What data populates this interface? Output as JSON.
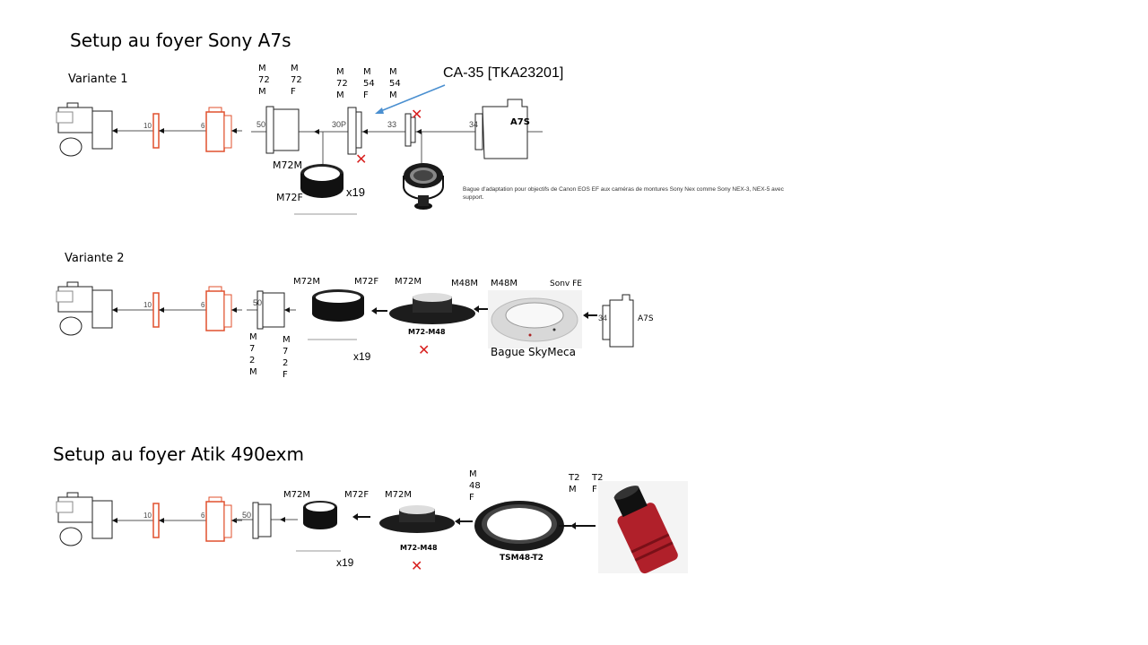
{
  "slide": {
    "title_sony": "Setup au foyer Sony A7s",
    "title_atik": "Setup au foyer Atik 490exm"
  },
  "variante1": {
    "label": "Variante 1",
    "stack_labels": [
      "M\n72\nM",
      "M\n72\nF",
      "M\n72\nM",
      "M\n54\nF",
      "M\n54\nM"
    ],
    "callout": "CA-35 [TKA23201]",
    "camera": "A7S",
    "distances": [
      "10",
      "6",
      "50",
      "30P",
      "33",
      "34"
    ],
    "ring_top": "M72M",
    "ring_bottom": "M72F",
    "ring_count": "x19",
    "adapter_caption": "Bague d'adaptation pour objectifs de Canon EOS EF aux caméras de montures Sony Nex comme Sony NEX-3, NEX-5 avec support.",
    "x_mark": "✕"
  },
  "variante2": {
    "label": "Variante 2",
    "distances": [
      "10",
      "6",
      "50",
      "34"
    ],
    "vertical_labels": [
      "M\n7\n2\nM",
      "M\n7\n2\nF"
    ],
    "ring_left": "M72M",
    "ring_right": "M72F",
    "ring_count": "x19",
    "reducer_left": "M72M",
    "reducer_right": "M48M",
    "reducer_name": "M72-M48",
    "skymeca_left": "M48M",
    "skymeca_right": "Sonv FE",
    "skymeca_name": "Bague SkyMeca",
    "camera": "A7S",
    "x_mark": "✕"
  },
  "atik": {
    "distances": [
      "10",
      "6",
      "50"
    ],
    "ring_left": "M72M",
    "ring_right": "M72F",
    "ring_count": "x19",
    "reducer_left": "M72M",
    "reducer_name": "M72-M48",
    "tsm_left": "M\n48\nF",
    "tsm_name": "TSM48-T2",
    "t2_m": "T2\nM",
    "t2_f": "T2\nF",
    "x_mark": "✕"
  },
  "colors": {
    "accent_red": "#e0502e",
    "x_red": "#d8201f",
    "callout_blue": "#4a8fd0",
    "camera_red": "#b0202a"
  }
}
